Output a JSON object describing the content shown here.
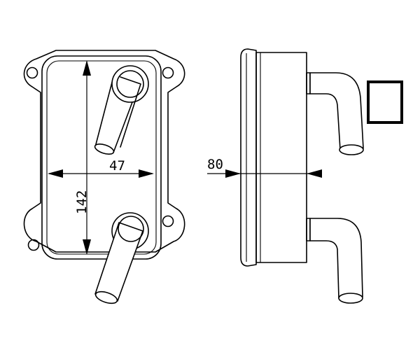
{
  "dimensions": {
    "width_value": "47",
    "height_value": "142",
    "depth_value": "80"
  },
  "symbol": {
    "shape": "square-icon"
  }
}
